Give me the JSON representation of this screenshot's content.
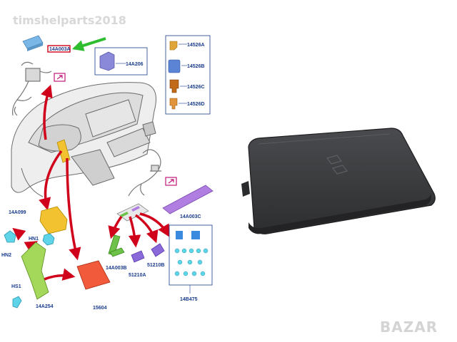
{
  "watermark": "timshelparts2018",
  "bazar_logo": "BAZAR",
  "colors": {
    "label_text": "#1a3c8c",
    "callout_frame": "#c2187a",
    "highlight_box": "#d0021b",
    "pointer_arrow": "#2ebd2e",
    "red_arrow": "#d0021b",
    "fuse_box_cover": "#3a3b3d"
  },
  "labels": {
    "part_14A003A": "14A003A",
    "part_14A206": "14A206",
    "part_14526A": "14526A",
    "part_14526B": "14526B",
    "part_14526C": "14526C",
    "part_14526D": "14526D",
    "part_14A099": "14A099",
    "part_HN1": "HN1",
    "part_HN2": "HN2",
    "part_HS1": "HS1",
    "part_14A254": "14A254",
    "part_14A003B": "14A003B",
    "part_51210A": "51210A",
    "part_51210B": "51210B",
    "part_14A003C": "14A003C",
    "part_14B475": "14B475",
    "part_15604": "15604"
  }
}
